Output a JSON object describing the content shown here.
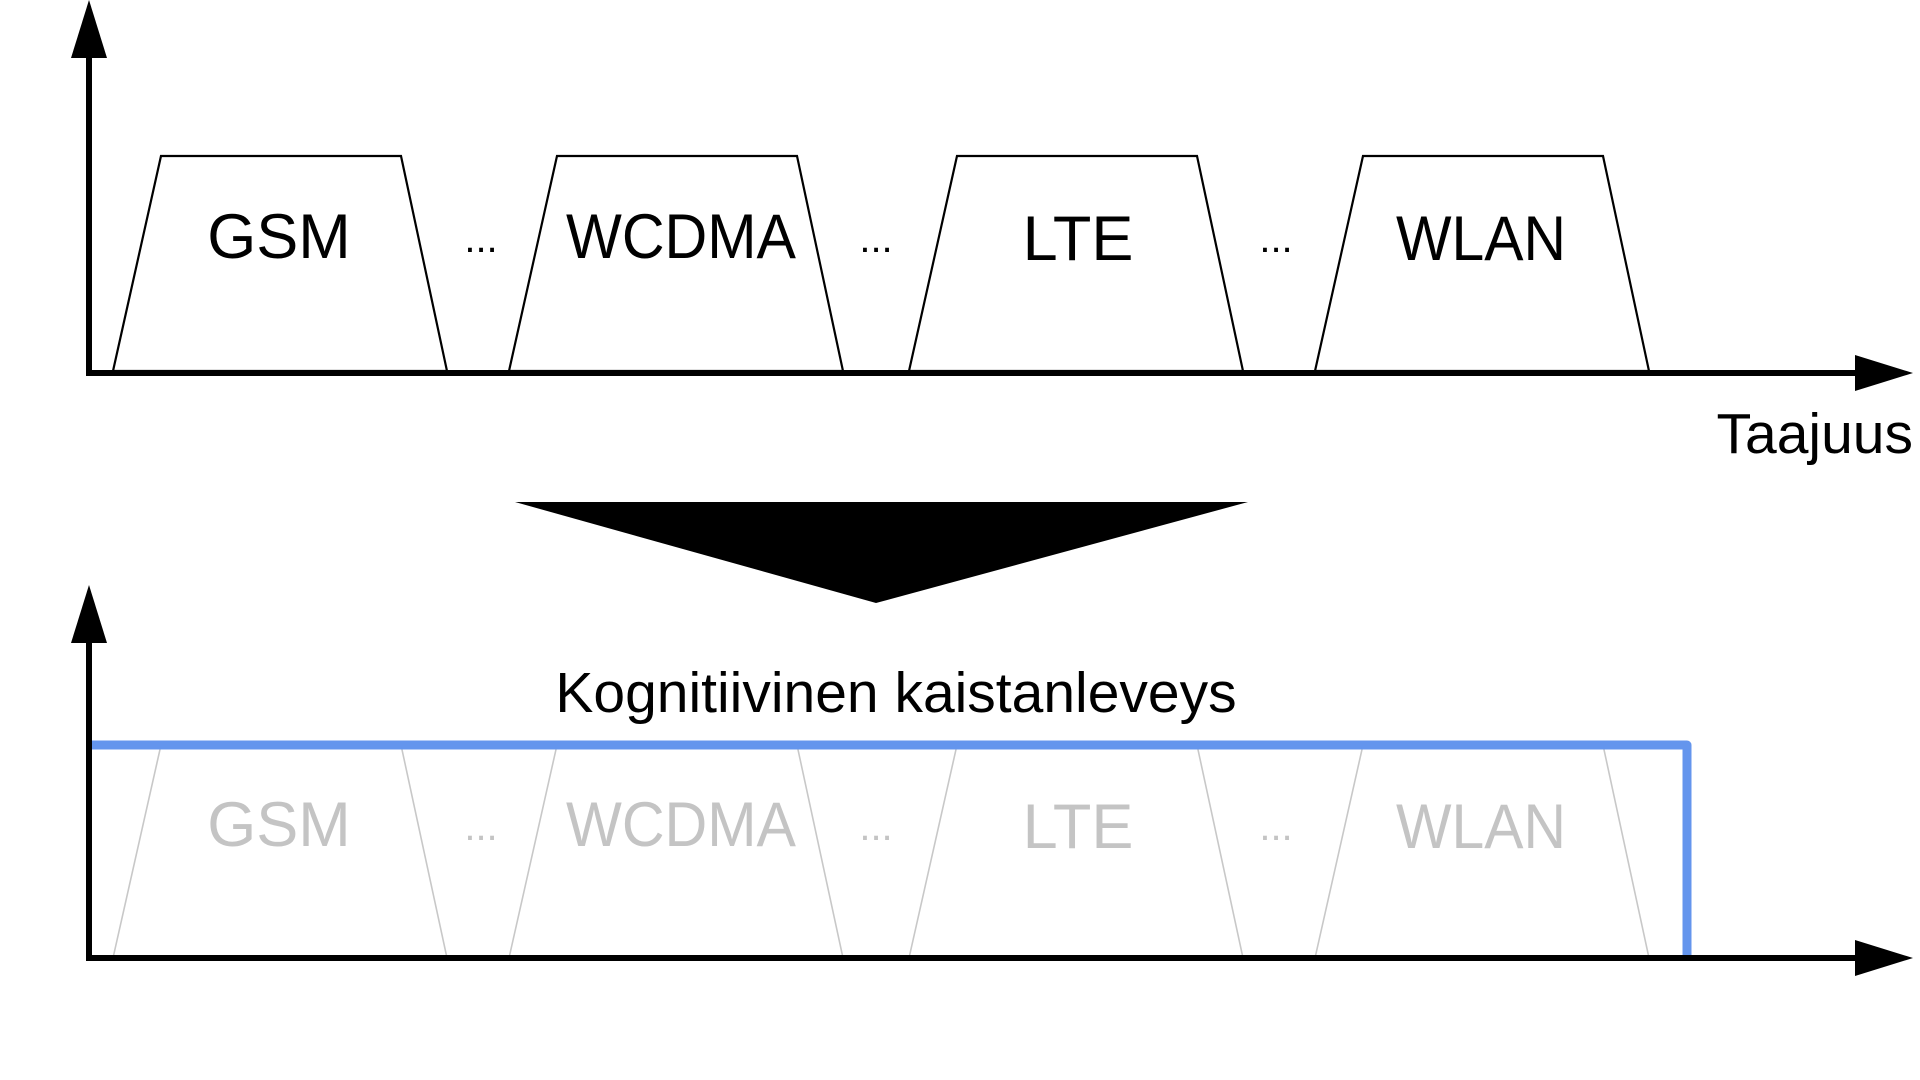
{
  "top_diagram": {
    "bands": [
      {
        "label": "GSM"
      },
      {
        "label": "WCDMA"
      },
      {
        "label": "LTE"
      },
      {
        "label": "WLAN"
      }
    ],
    "separators": [
      "...",
      "...",
      "..."
    ],
    "x_axis_label": "Taajuus"
  },
  "bottom_diagram": {
    "bandwidth_label": "Kognitiivinen kaistanleveys",
    "bands": [
      {
        "label": "GSM"
      },
      {
        "label": "WCDMA"
      },
      {
        "label": "LTE"
      },
      {
        "label": "WLAN"
      }
    ],
    "separators": [
      "...",
      "...",
      "..."
    ]
  },
  "colors": {
    "axis": "#000000",
    "bandwidth_line": "#6495ed",
    "faded": "#c4c4c4",
    "arrow": "#000000"
  }
}
